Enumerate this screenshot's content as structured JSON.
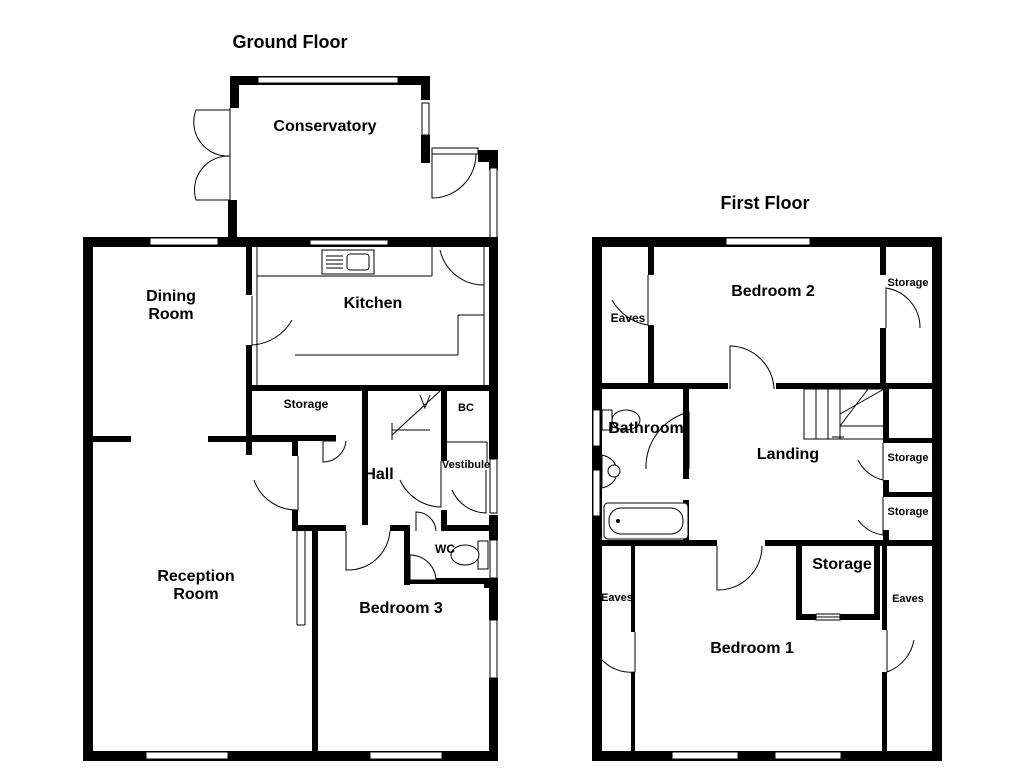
{
  "floors": {
    "ground": {
      "title": "Ground Floor",
      "rooms": {
        "conservatory": "Conservatory",
        "dining_line1": "Dining",
        "dining_line2": "Room",
        "kitchen": "Kitchen",
        "storage": "Storage",
        "bc": "BC",
        "hall": "Hall",
        "vestibule": "Vestibule",
        "wc": "WC",
        "reception_line1": "Reception",
        "reception_line2": "Room",
        "bedroom3": "Bedroom 3"
      }
    },
    "first": {
      "title": "First Floor",
      "rooms": {
        "bedroom2": "Bedroom 2",
        "eaves_top": "Eaves",
        "storage_top_right": "Storage",
        "bathroom": "Bathroom",
        "landing": "Landing",
        "storage_right_1": "Storage",
        "storage_right_2": "Storage",
        "storage_mid": "Storage",
        "eaves_left": "Eaves",
        "eaves_right": "Eaves",
        "bedroom1": "Bedroom 1"
      }
    }
  }
}
